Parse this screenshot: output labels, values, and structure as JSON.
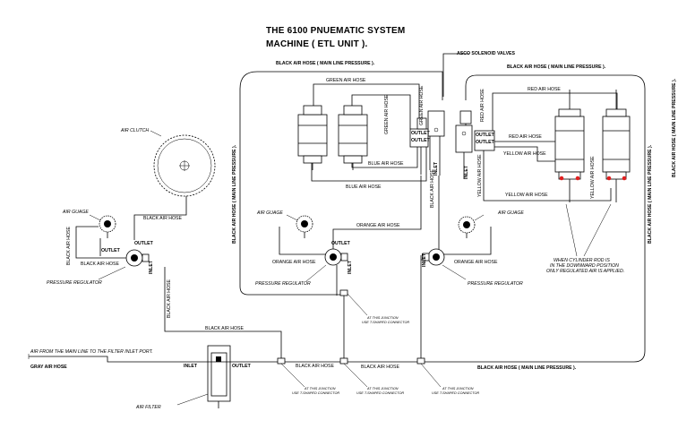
{
  "title": {
    "line1": "THE 6100 PNUEMATIC SYSTEM",
    "line2": "MACHINE ( ETL UNIT )."
  },
  "labels": {
    "black_main_top": "BLACK AIR HOSE ( MAIN LINE PRESSURE ).",
    "black_main_right_top": "BLACK AIR HOSE ( MAIN LINE PRESSURE ).",
    "black_main_bottom": "BLACK AIR HOSE ( MAIN LINE PRESSURE ).",
    "black_main_left_vertical": "BLACK AIR HOSE ( MAIN LINE PRESSURE ).",
    "black_main_right_vertical_1": "BLACK AIR HOSE ( MAIN LINE PRESSURE ).",
    "black_main_right_vertical_2": "BLACK AIR HOSE ( MAIN LINE PRESSURE ).",
    "asco": "ASCO SOLENOID VALVES",
    "green_top": "GREEN AIR HOSE",
    "green_vert_1": "GREEN AIR HOSE",
    "green_vert_2": "GREEN AIR HOSE",
    "red_top": "RED AIR HOSE",
    "red_mid": "RED AIR HOSE",
    "red_vert": "RED AIR HOSE",
    "yellow_small": "YELLOW AIR HOSE",
    "yellow_bottom": "YELLOW AIR HOSE",
    "yellow_vert_1": "YELLOW AIR HOSE",
    "yellow_vert_2": "YELLOW AIR HOSE",
    "blue_1": "BLUE AIR HOSE",
    "blue_2": "BLUE AIR HOSE",
    "outlet_small_1": "OUTLET",
    "outlet_small_2": "OUTLET",
    "outlet_small_3": "OUTLET",
    "outlet_small_4": "OUTLET",
    "inlet_v1": "INLET",
    "inlet_v2": "INLET",
    "black_v_valve": "BLACK AIR HOSE",
    "air_clutch": "AIR CLUTCH",
    "black_clutch": "BLACK AIR HOSE",
    "air_guage_1": "AIR GUAGE",
    "air_guage_2": "AIR GUAGE",
    "air_guage_3": "AIR GUAGE",
    "outlet_1": "OUTLET",
    "outlet_2": "OUTLET",
    "outlet_3": "OUTLET",
    "inlet_r1": "INLET",
    "inlet_r2": "INLET",
    "inlet_r3": "INLET",
    "black_air_hose_v_left": "BLACK AIR HOSE",
    "black_air_hose_h_left": "BLACK AIR HOSE",
    "black_air_hose_v_reg1": "BLACK AIR HOSE",
    "pressure_reg_1": "PRESSURE REGULATOR",
    "pressure_reg_2": "PRESSURE REGULATOR",
    "pressure_reg_3": "PRESSURE REGULATOR",
    "orange_1": "ORANGE AIR HOSE",
    "orange_2": "ORANGE AIR HOSE",
    "orange_3": "ORANGE AIR HOSE",
    "cylinder_note_1": "WHEN CYLINDER ROD IS",
    "cylinder_note_2": "IN THE DOWNWARD POSITION",
    "cylinder_note_3": "ONLY REGULATED AIR IS APPLIED.",
    "junction_top_1": "AT THIS JUNCTION",
    "junction_top_2": "USE T-SHAPED CONNECTOR",
    "black_air_hose_long": "BLACK AIR HOSE",
    "main_line_note": "AIR FROM THE MAIN LINE TO THE FILTER INLET PORT.",
    "gray_air_hose": "GRAY AIR HOSE",
    "filter_inlet": "INLET",
    "filter_outlet": "OUTLET",
    "black_bottom_1": "BLACK AIR HOSE",
    "black_bottom_2": "BLACK AIR HOSE",
    "junction_b1_1": "AT THIS JUNCTION",
    "junction_b1_2": "USE T-SHAPED CONNECTOR",
    "junction_b2_1": "AT THIS JUNCTION",
    "junction_b2_2": "USE T-SHAPED CONNECTOR",
    "junction_b3_1": "AT THIS JUNCTION",
    "junction_b3_2": "USE T-SHAPED CONNECTOR",
    "air_filter": "AIR FILTER"
  },
  "colors": {
    "line": "#000000",
    "cylinder_marker": "#e02020",
    "background": "#ffffff"
  }
}
